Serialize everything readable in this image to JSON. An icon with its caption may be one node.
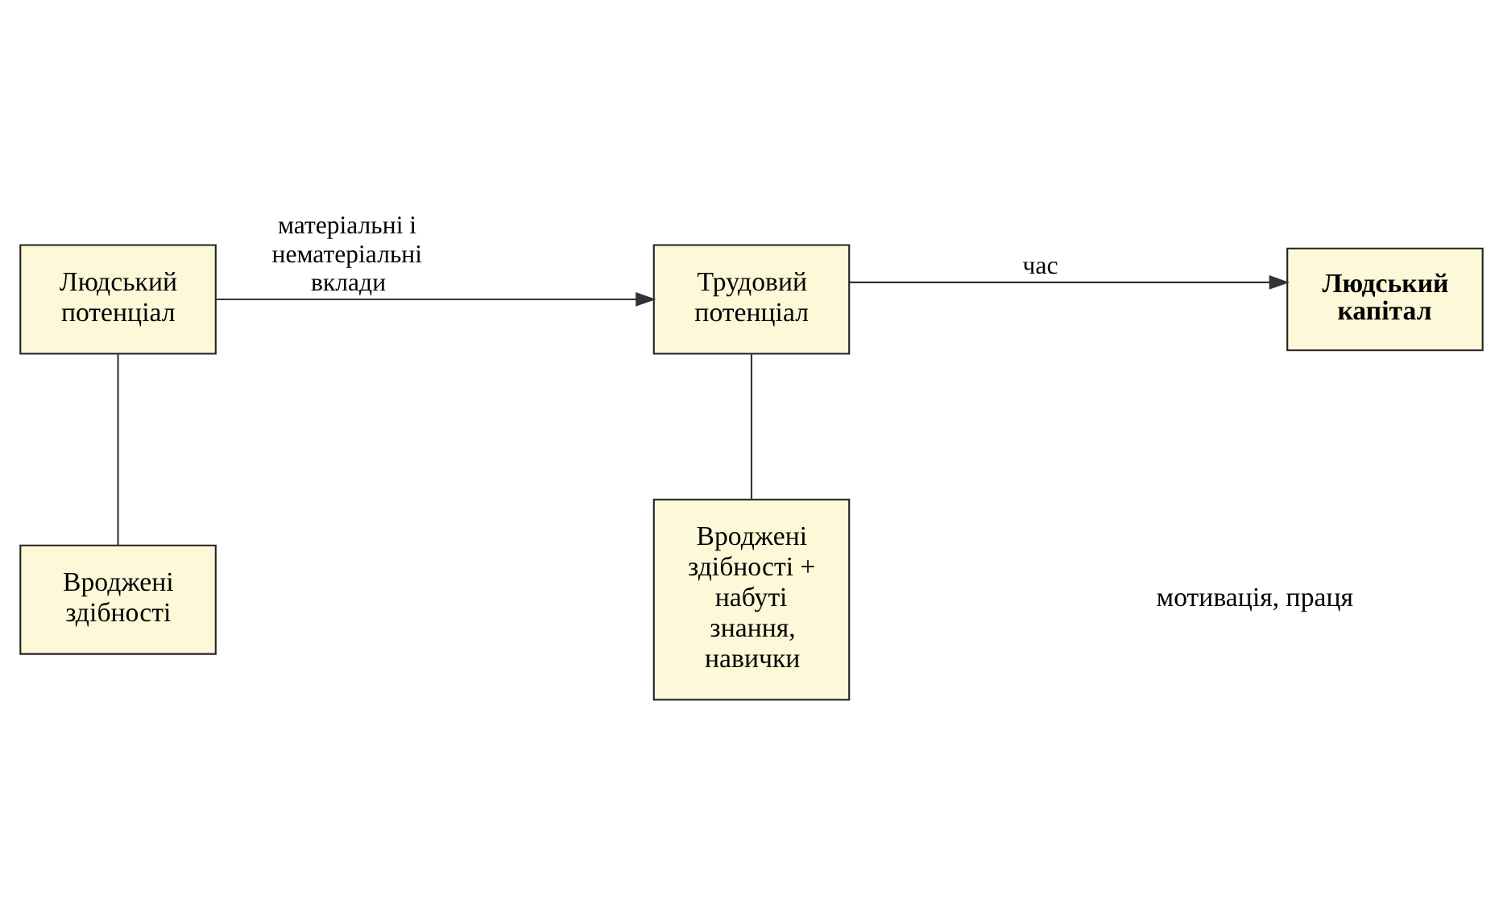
{
  "diagram": {
    "nodes": [
      {
        "text": [
          "Людський потенціал"
        ]
      },
      {
        "text": [
          "Трудовий потенціал"
        ]
      },
      {
        "text": [
          "Людський капітал"
        ]
      },
      {
        "text": [
          "Вроджені здібності"
        ]
      },
      {
        "text": [
          "Вроджені здібності + набуті знання, навички"
        ]
      }
    ],
    "edges": [
      {
        "from": 0,
        "to": 1,
        "arrow": "to",
        "label": "матеріальні і нематеріальні вклади"
      },
      {
        "from": 1,
        "to": 2,
        "arrow": "to",
        "label": "час"
      },
      {
        "from": 0,
        "to": 3,
        "arrow": "none"
      },
      {
        "from": 1,
        "to": 4,
        "arrow": "none"
      }
    ],
    "labels": [
      "мотивація, праця"
    ]
  }
}
